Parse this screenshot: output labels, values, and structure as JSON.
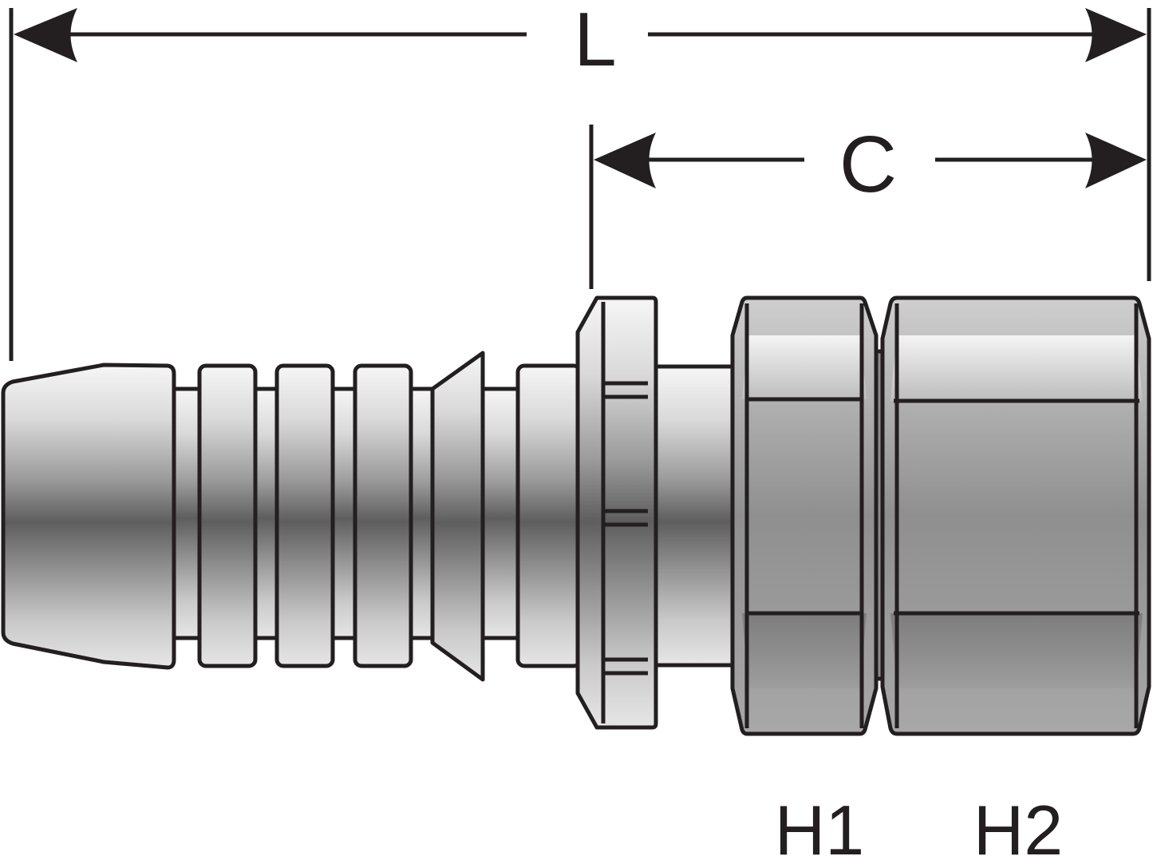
{
  "dimensions": {
    "overall_length": "L",
    "coupling_length": "C"
  },
  "hex_labels": {
    "hex_1": "H1",
    "hex_2": "H2"
  },
  "colors": {
    "line": "#231f20",
    "metal_light": "#f1f1f1",
    "metal_mid": "#b3b3b3",
    "metal_dark": "#5a5a5a",
    "background": "#ffffff"
  }
}
